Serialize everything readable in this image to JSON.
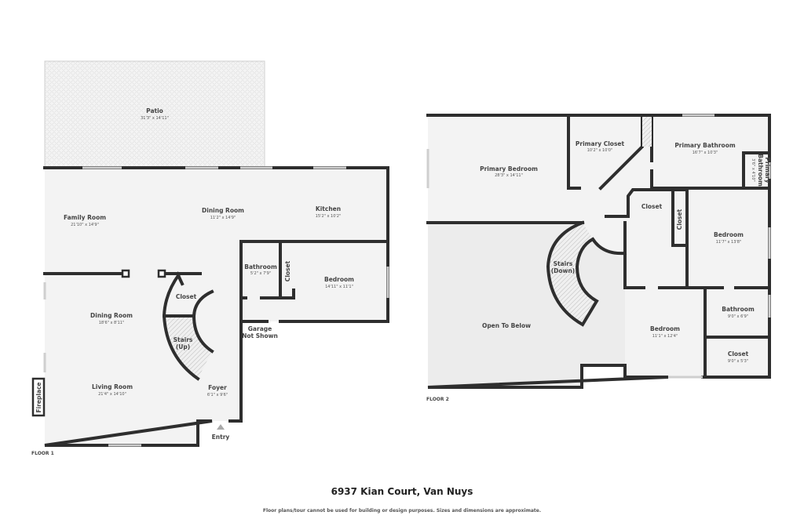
{
  "address": "6937 Kian Court, Van Nuys",
  "disclaimer": "Floor plans/tour cannot be used for building or design purposes. Sizes and dimensions are approximate.",
  "colors": {
    "wall": "#2e2e2e",
    "floor": "#f3f3f3",
    "open_to_below": "#ececec",
    "window": "#cfcfcf"
  },
  "floor1": {
    "label": "FLOOR 1",
    "rooms": {
      "patio": {
        "name": "Patio",
        "dim": "31'3\" x 14'11\""
      },
      "family_room": {
        "name": "Family Room",
        "dim": "21'10\" x 14'9\""
      },
      "dining_room_upper": {
        "name": "Dining Room",
        "dim": "11'2\" x 14'9\""
      },
      "kitchen": {
        "name": "Kitchen",
        "dim": "15'2\" x 10'2\""
      },
      "bathroom": {
        "name": "Bathroom",
        "dim": "5'2\" x 7'9\""
      },
      "closet_vertical": {
        "name": "Closet"
      },
      "bedroom": {
        "name": "Bedroom",
        "dim": "14'11\" x 11'1\""
      },
      "dining_room": {
        "name": "Dining Room",
        "dim": "18'6\" x 8'11\""
      },
      "closet": {
        "name": "Closet"
      },
      "stairs": {
        "name": "Stairs",
        "sub": "(Up)"
      },
      "garage": {
        "name": "Garage",
        "sub": "Not Shown"
      },
      "living_room": {
        "name": "Living Room",
        "dim": "21'4\" x 14'10\""
      },
      "foyer": {
        "name": "Foyer",
        "dim": "6'1\" x 9'6\""
      },
      "fireplace": {
        "name": "Fireplace"
      },
      "entry": {
        "name": "Entry"
      }
    }
  },
  "floor2": {
    "label": "FLOOR 2",
    "rooms": {
      "primary_bedroom": {
        "name": "Primary Bedroom",
        "dim": "28'3\" x 14'11\""
      },
      "primary_closet": {
        "name": "Primary Closet",
        "dim": "10'2\" x 10'0\""
      },
      "primary_bathroom": {
        "name": "Primary Bathroom",
        "dim": "16'7\" x 10'3\""
      },
      "primary_bathroom_small": {
        "name": "Primary",
        "name2": "Bathroom",
        "dim": "3'6\" x 4'10\""
      },
      "closet_hall": {
        "name": "Closet"
      },
      "closet_vertical": {
        "name": "Closet"
      },
      "bedroom_a": {
        "name": "Bedroom",
        "dim": "11'7\" x 13'8\""
      },
      "stairs": {
        "name": "Stairs",
        "sub": "(Down)"
      },
      "open_to_below": {
        "name": "Open To Below"
      },
      "bedroom_b": {
        "name": "Bedroom",
        "dim": "11'1\" x 12'4\""
      },
      "bathroom": {
        "name": "Bathroom",
        "dim": "9'0\" x 6'9\""
      },
      "closet": {
        "name": "Closet",
        "dim": "9'0\" x 5'3\""
      }
    }
  }
}
